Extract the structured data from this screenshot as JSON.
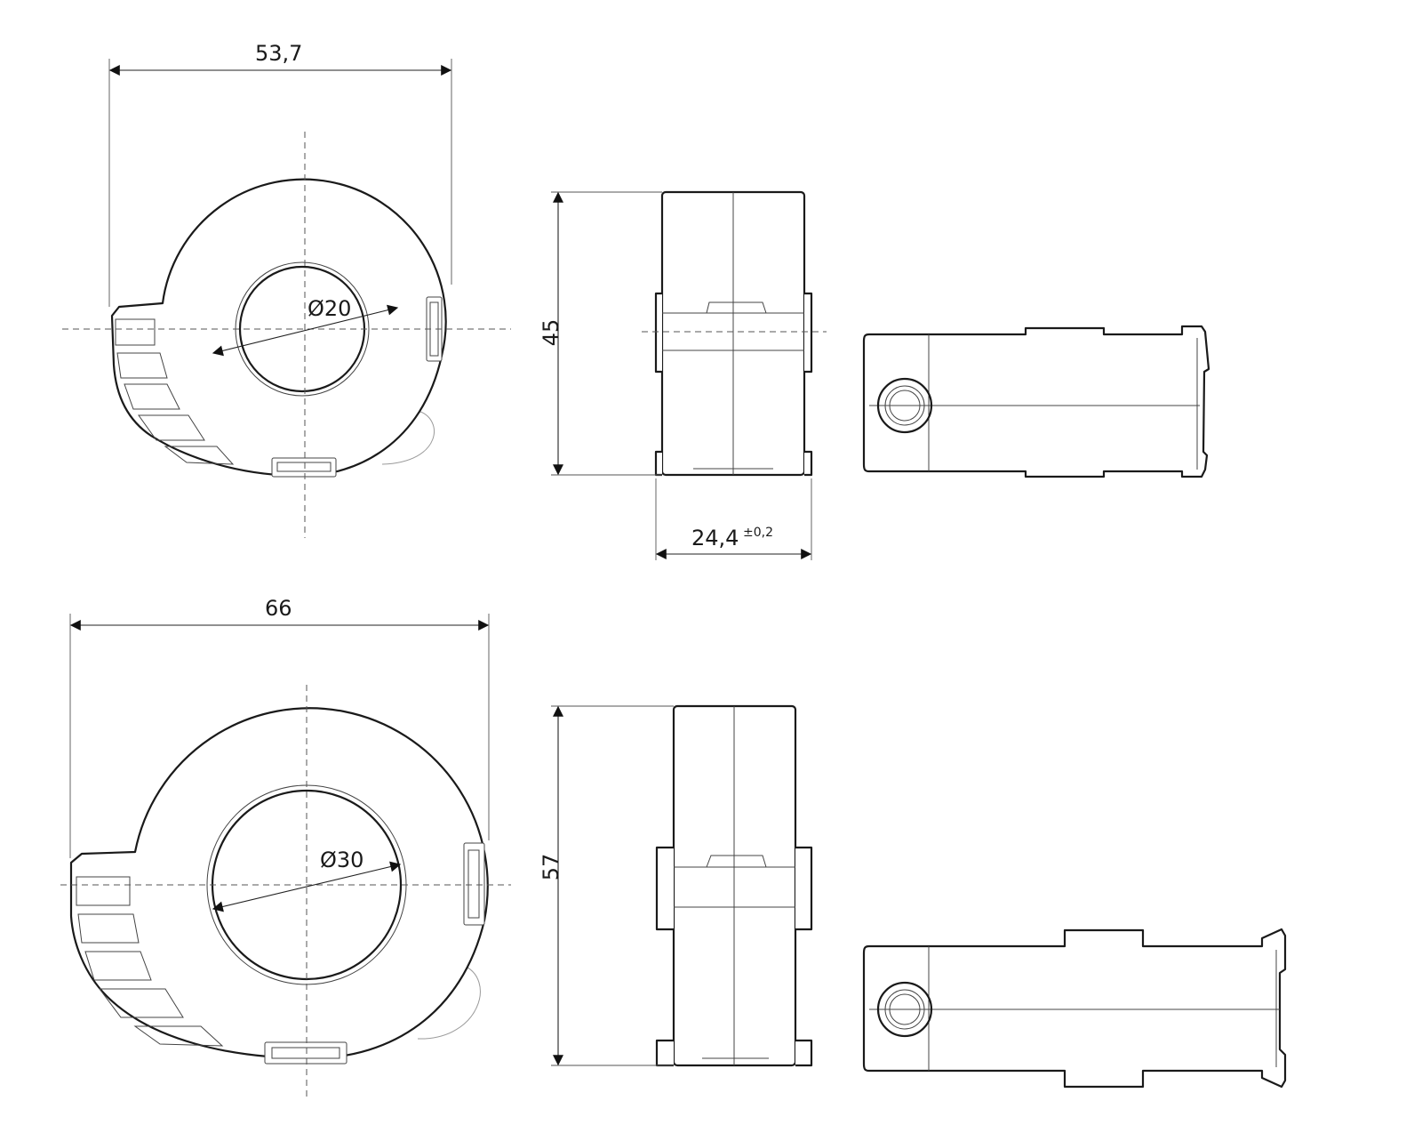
{
  "dimensions": {
    "small_width": "53,7",
    "small_bore": "Ø20",
    "small_height": "45",
    "small_depth": "24,4",
    "small_depth_tolerance": "±0,2",
    "large_width": "66",
    "large_bore": "Ø30",
    "large_height": "57"
  },
  "colors": {
    "line": "#1a1a1a",
    "background": "#ffffff"
  }
}
